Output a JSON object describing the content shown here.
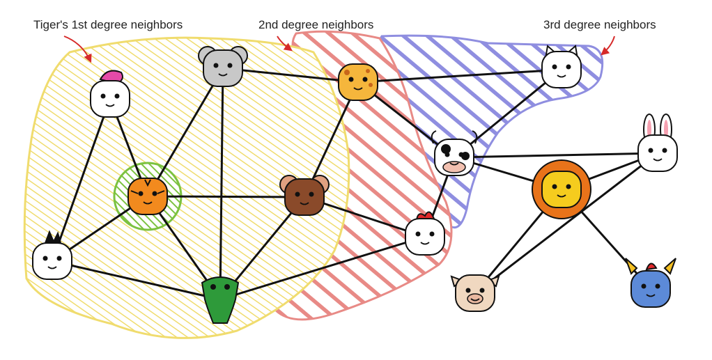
{
  "labels": {
    "first": "Tiger's 1st degree neighbors",
    "second": "2nd degree neighbors",
    "third": "3rd degree neighbors"
  },
  "colors": {
    "first_degree_region": "#f0dc6e",
    "second_degree_region": "#e88a86",
    "third_degree_region": "#8f8ee0",
    "tiger_highlight": "#7cc240",
    "arrow": "#d62a2a",
    "edge": "#111111"
  },
  "nodes": [
    {
      "id": "unicorn",
      "icon": "unicorn-icon"
    },
    {
      "id": "mouse",
      "icon": "mouse-icon"
    },
    {
      "id": "giraffe",
      "icon": "giraffe-icon"
    },
    {
      "id": "cat",
      "icon": "cat-icon"
    },
    {
      "id": "tiger",
      "icon": "tiger-icon"
    },
    {
      "id": "monkey",
      "icon": "monkey-icon"
    },
    {
      "id": "cow",
      "icon": "cow-icon"
    },
    {
      "id": "rabbit",
      "icon": "rabbit-icon"
    },
    {
      "id": "lion",
      "icon": "lion-icon"
    },
    {
      "id": "zebra",
      "icon": "zebra-icon"
    },
    {
      "id": "chicken",
      "icon": "chicken-icon"
    },
    {
      "id": "crocodile",
      "icon": "crocodile-icon"
    },
    {
      "id": "pig",
      "icon": "pig-icon"
    },
    {
      "id": "dragon",
      "icon": "dragon-icon"
    }
  ],
  "edges": [
    [
      "unicorn",
      "tiger"
    ],
    [
      "unicorn",
      "zebra"
    ],
    [
      "mouse",
      "tiger"
    ],
    [
      "mouse",
      "crocodile"
    ],
    [
      "mouse",
      "giraffe"
    ],
    [
      "tiger",
      "monkey"
    ],
    [
      "tiger",
      "zebra"
    ],
    [
      "tiger",
      "crocodile"
    ],
    [
      "zebra",
      "crocodile"
    ],
    [
      "monkey",
      "giraffe"
    ],
    [
      "monkey",
      "crocodile"
    ],
    [
      "monkey",
      "chicken"
    ],
    [
      "giraffe",
      "cat"
    ],
    [
      "giraffe",
      "cow"
    ],
    [
      "crocodile",
      "chicken"
    ],
    [
      "chicken",
      "cow"
    ],
    [
      "cow",
      "cat"
    ],
    [
      "cow",
      "rabbit"
    ],
    [
      "cow",
      "lion"
    ],
    [
      "lion",
      "rabbit"
    ],
    [
      "lion",
      "pig"
    ],
    [
      "lion",
      "dragon"
    ],
    [
      "rabbit",
      "pig"
    ]
  ]
}
